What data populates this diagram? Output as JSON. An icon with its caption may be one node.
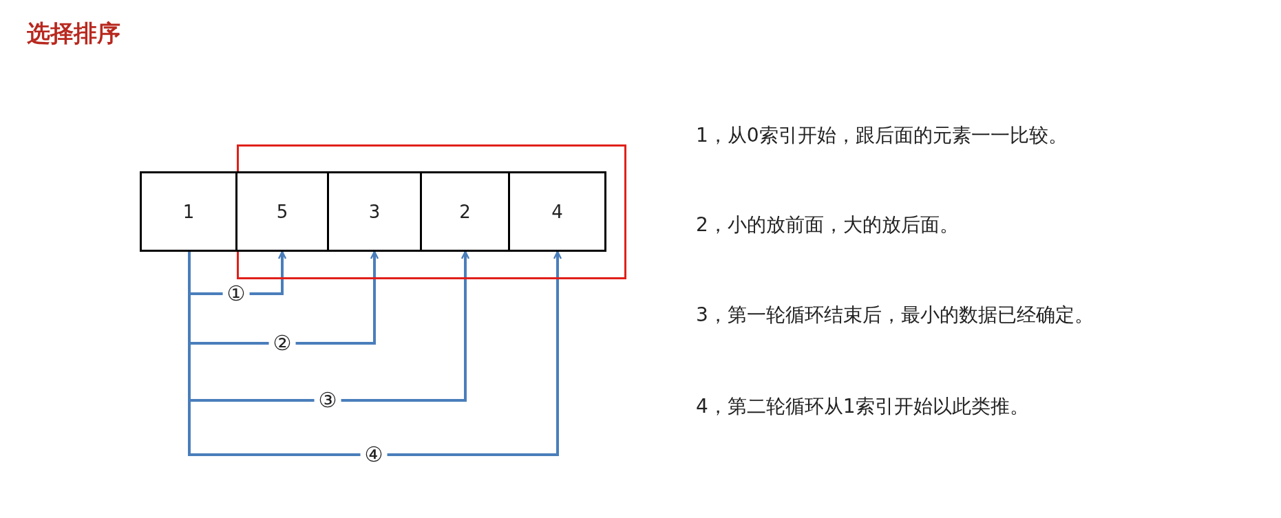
{
  "diagram": {
    "title": "选择排序",
    "nodes": [
      {
        "text": [
          "1"
        ]
      },
      {
        "text": [],
        "shape": "box"
      },
      {
        "text": [
          "5"
        ],
        "in": 1
      },
      {
        "text": [
          "3"
        ],
        "in": 1
      },
      {
        "text": [
          "2"
        ],
        "in": 1
      },
      {
        "text": [
          "4"
        ],
        "in": 1
      }
    ],
    "edges": [
      {
        "from": 0,
        "to": 2,
        "arrow": "to",
        "label": "①"
      },
      {
        "from": 0,
        "to": 3,
        "arrow": "to",
        "label": "②"
      },
      {
        "from": 0,
        "to": 4,
        "arrow": "to",
        "label": "③"
      },
      {
        "from": 0,
        "to": 5,
        "arrow": "to",
        "label": "④"
      }
    ],
    "labels": [
      "1，从0索引开始，跟后面的元素一一比较。",
      "2，小的放前面，大的放后面。",
      "3，第一轮循环结束后，最小的数据已经确定。",
      "4，第二轮循环从1索引开始以此类推。"
    ]
  }
}
